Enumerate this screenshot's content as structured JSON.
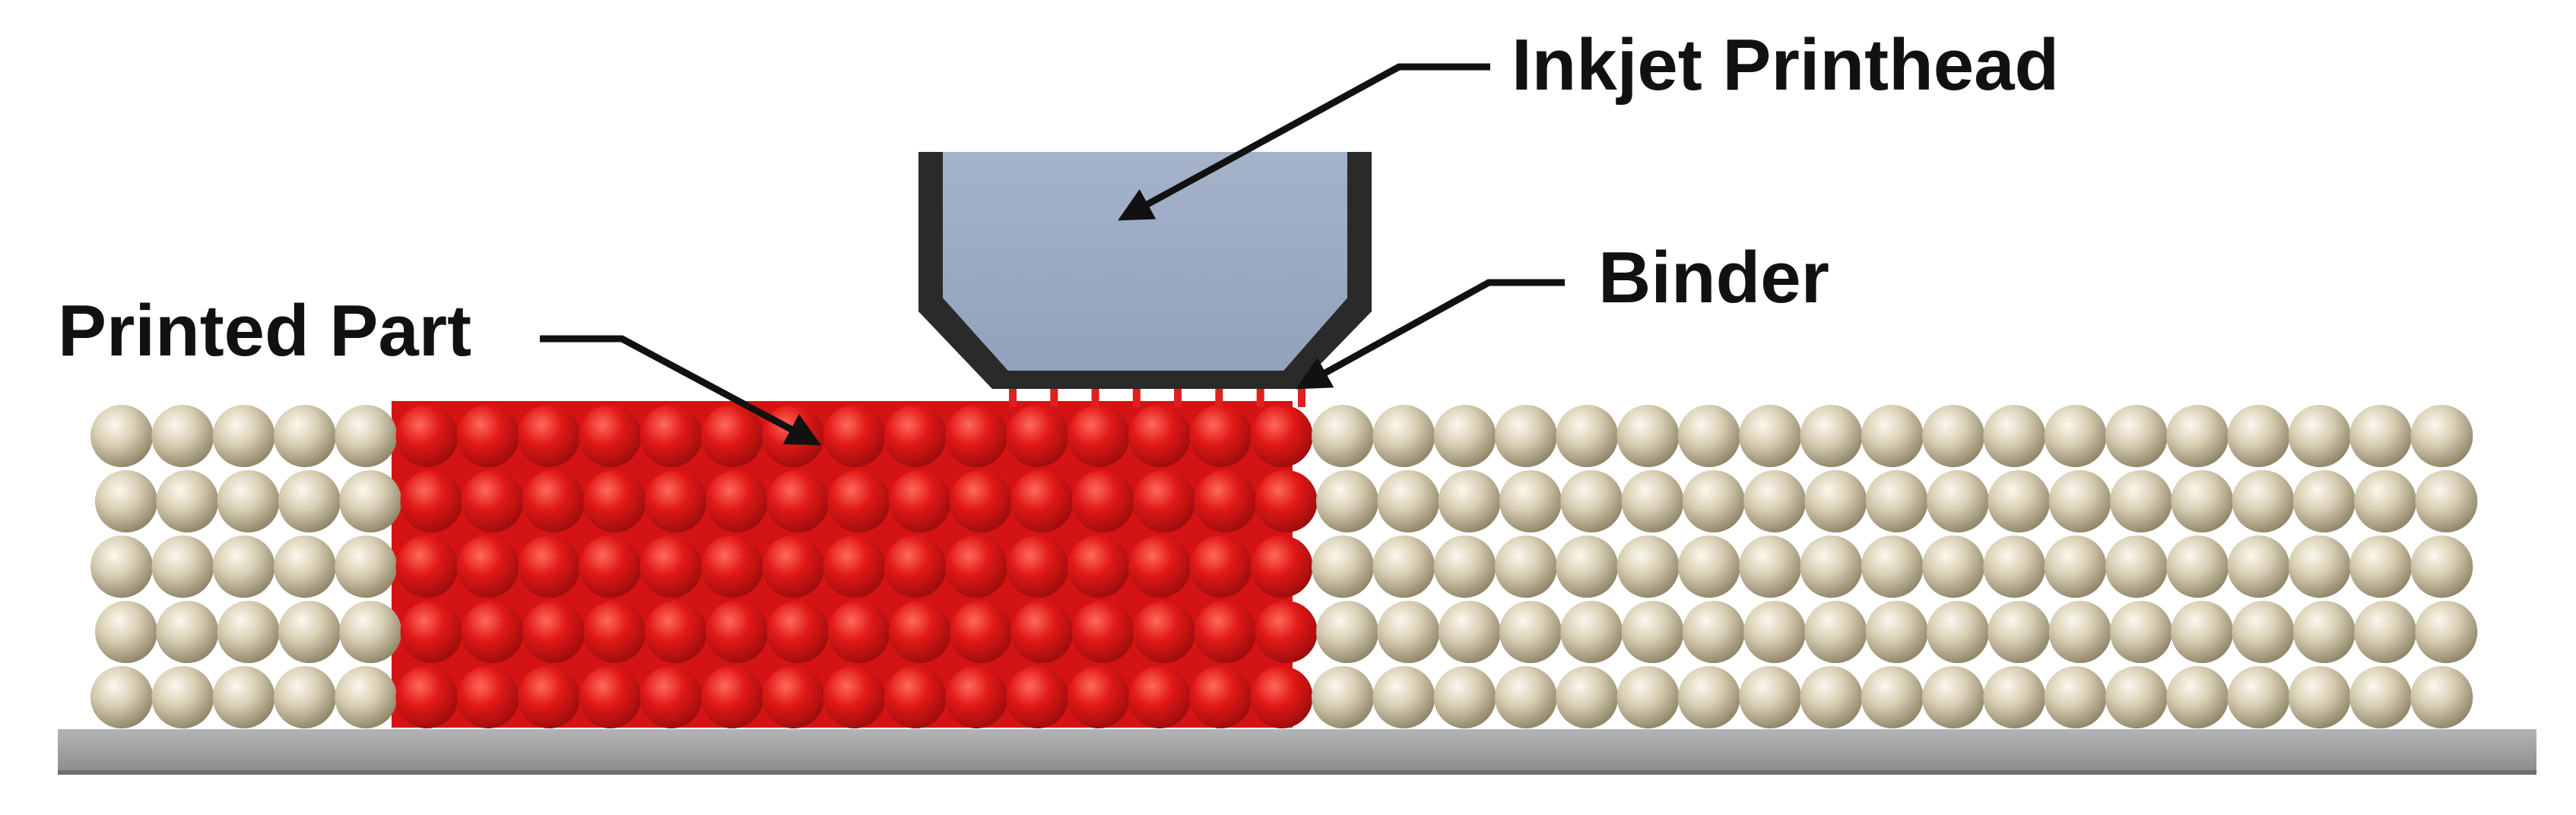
{
  "labels": {
    "printhead": "Inkjet Printhead",
    "binder": "Binder",
    "printed_part": "Printed Part"
  },
  "colors": {
    "powder": "#d8cfb4",
    "powder_highlight": "#fbf8ee",
    "powder_shadow": "#8c8266",
    "binder": "#e02020",
    "part_fill": "#e11818",
    "part_highlight": "#ff6a5a",
    "part_shadow": "#9c0c0c",
    "printhead_body": "#9aaac3",
    "printhead_frame": "#2a2a2a",
    "build_plate": "#9a9c9e",
    "arrow": "#111111"
  },
  "powder_bed": {
    "layers": 5,
    "columns": 39
  },
  "binder_jets": {
    "count": 8
  },
  "icons": {
    "printhead": "inkjet-printhead-icon",
    "build_plate": "build-plate-icon",
    "powder_particle": "powder-particle-icon",
    "bound_particle": "bound-particle-icon",
    "binder_jet": "binder-droplet-icon"
  }
}
